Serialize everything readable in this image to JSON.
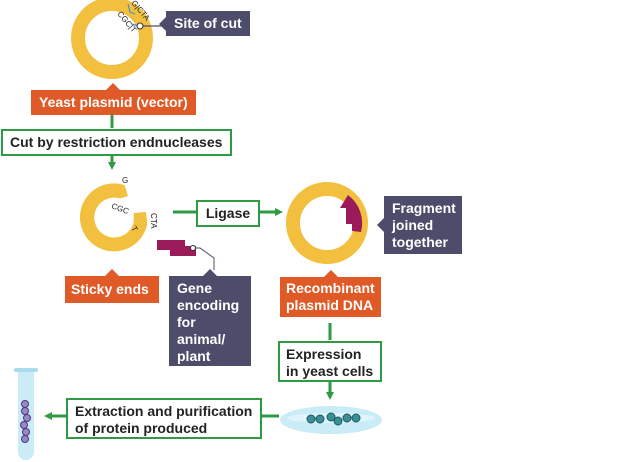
{
  "colors": {
    "plasmid": "#f2c03e",
    "gene": "#9b1b5a",
    "orange_label": "#e05a28",
    "dark_label": "#4d4c6b",
    "arrow_green": "#2e9a44",
    "dish": "#c9ecf6",
    "cell": "#3a8f96",
    "protein": "#9b86c9"
  },
  "labels": {
    "site_of_cut": "Site of cut",
    "yeast_plasmid": "Yeast plasmid (vector)",
    "cut_by": "Cut by restriction endnucleases",
    "ligase": "Ligase",
    "sticky_ends": "Sticky ends",
    "gene_encoding": "Gene encoding for animal/ plant protein",
    "fragment_joined": "Fragment joined together",
    "recombinant": "Recombinant plasmid DNA",
    "expression": "Expression in yeast cells",
    "extraction": "Extraction and purification of protein produced"
  },
  "sequences": {
    "top_outer": "G|CTA",
    "top_inner": "CGC|T",
    "cut_g": "G",
    "cut_cgc": "CGC",
    "cut_cta": "CTA",
    "cut_t": "T"
  }
}
